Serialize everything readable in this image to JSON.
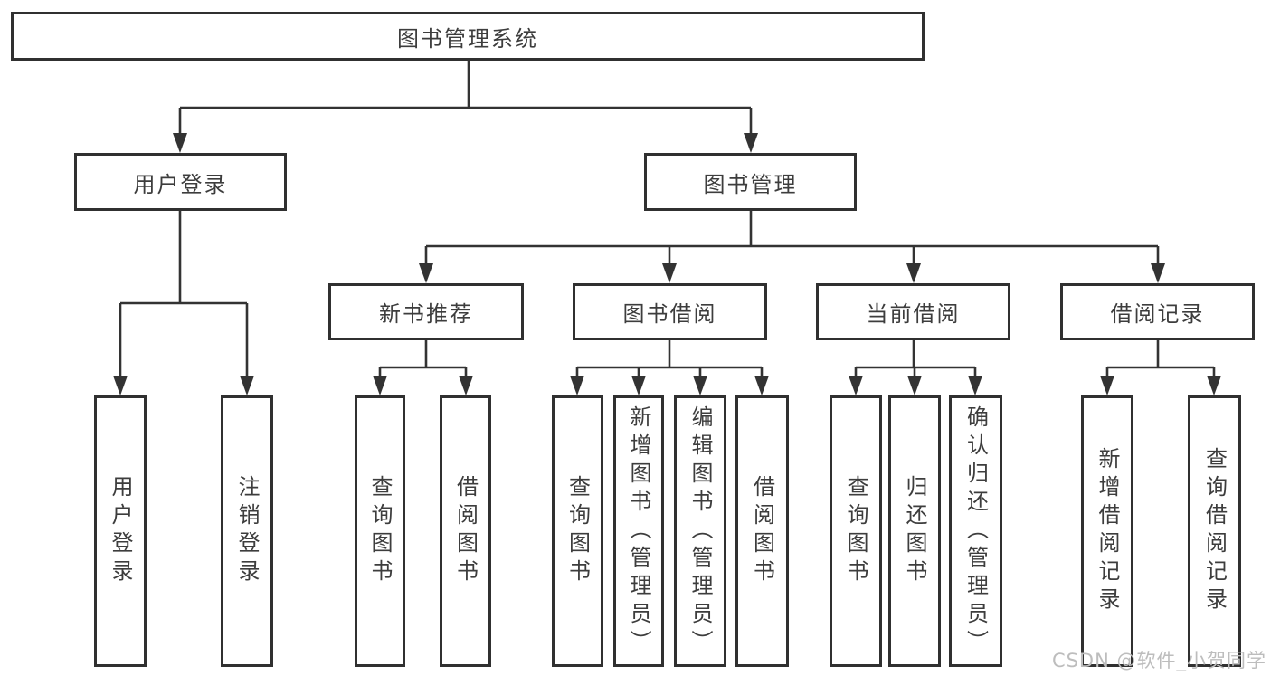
{
  "tree": {
    "label": "图书管理系统",
    "children": [
      {
        "label": "用户登录",
        "children": [
          {
            "label": "用户登录"
          },
          {
            "label": "注销登录"
          }
        ]
      },
      {
        "label": "图书管理",
        "children": [
          {
            "label": "新书推荐",
            "children": [
              {
                "label": "查询图书"
              },
              {
                "label": "借阅图书"
              }
            ]
          },
          {
            "label": "图书借阅",
            "children": [
              {
                "label": "查询图书"
              },
              {
                "label": "新增图书（管理员）"
              },
              {
                "label": "编辑图书（管理员）"
              },
              {
                "label": "借阅图书"
              }
            ]
          },
          {
            "label": "当前借阅",
            "children": [
              {
                "label": "查询图书"
              },
              {
                "label": "归还图书"
              },
              {
                "label": "确认归还（管理员）"
              }
            ]
          },
          {
            "label": "借阅记录",
            "children": [
              {
                "label": "新增借阅记录"
              },
              {
                "label": "查询借阅记录"
              }
            ]
          }
        ]
      }
    ]
  },
  "watermark": {
    "text": "CSDN @软件_小贺同学"
  },
  "colors": {
    "line": "#333333",
    "box_border": "#303030",
    "text": "#3d3d3d",
    "background": "#ffffff",
    "watermark": "#bdbdbd"
  }
}
